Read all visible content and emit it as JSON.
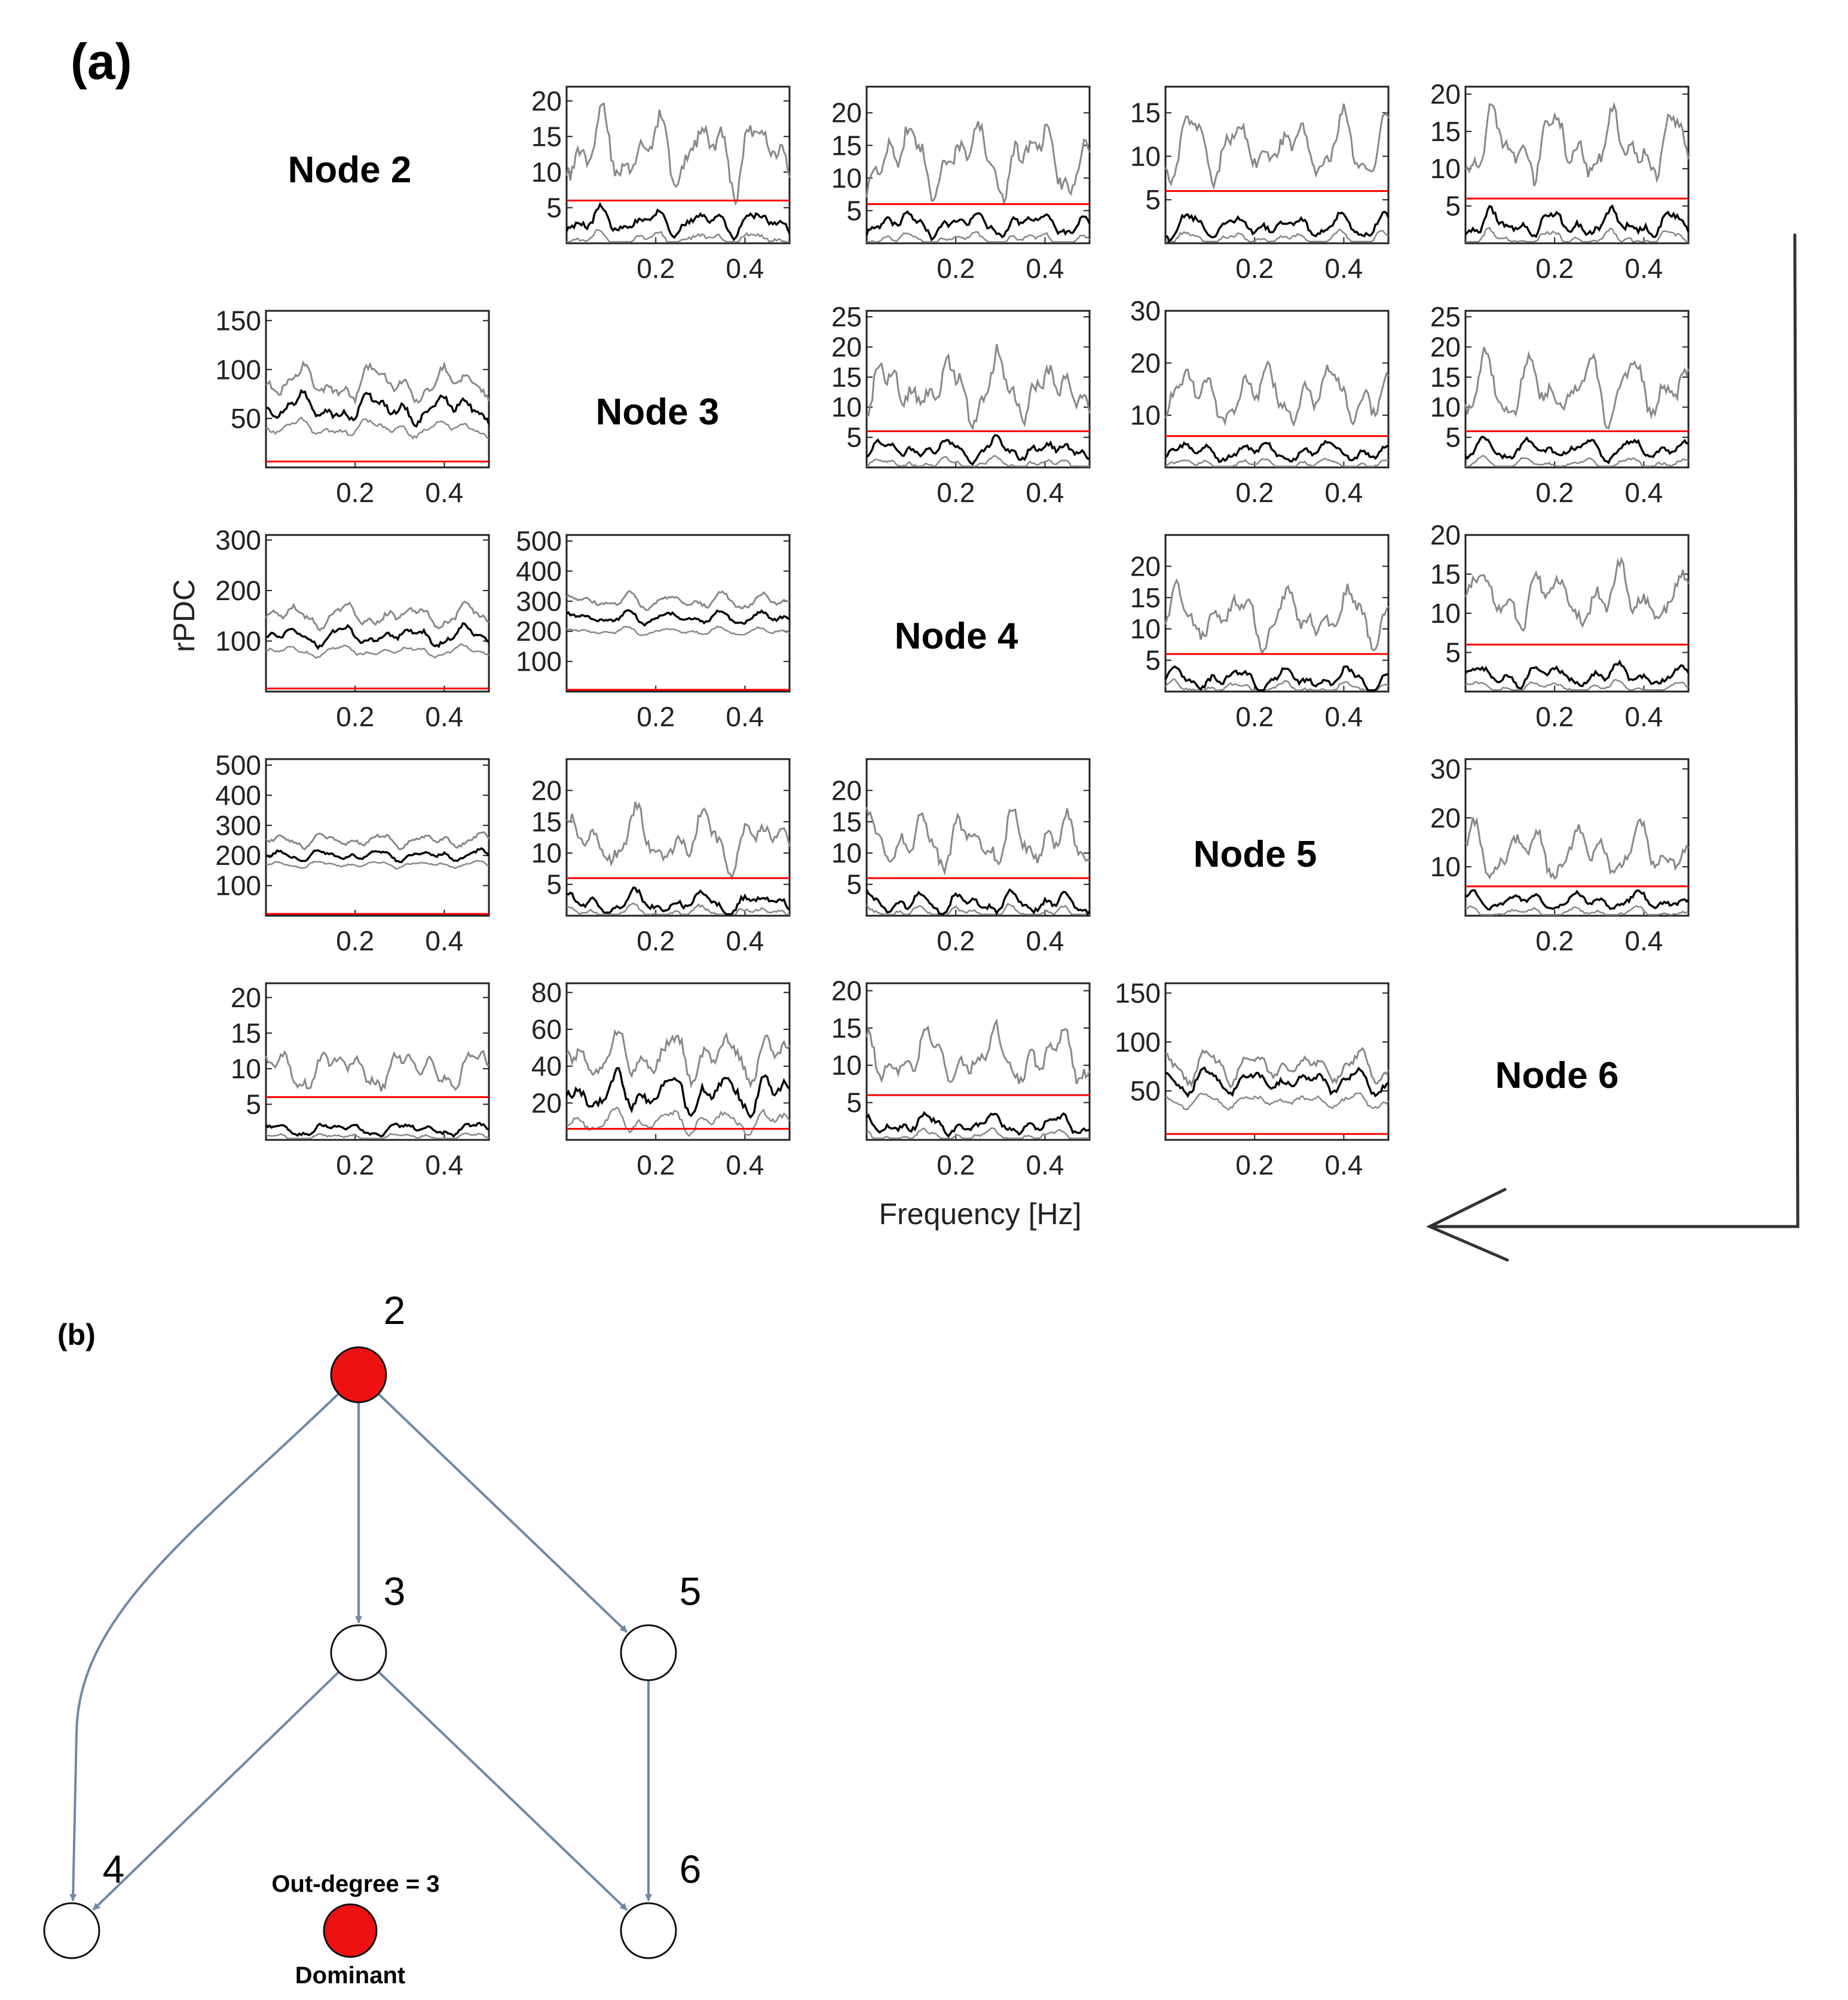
{
  "figure": {
    "panel_a_label": "(a)",
    "panel_b_label": "(b)",
    "ylabel": "rPDC",
    "xlabel": "Frequency [Hz]",
    "colors": {
      "upper_lower": "#888888",
      "estimate": "#000000",
      "threshold": "#ff0000",
      "dominant": "#ee1111",
      "edge": "#7088a8"
    }
  },
  "chart_data": {
    "type": "line",
    "description_series": [
      "upper bound",
      "estimate",
      "lower bound",
      "threshold"
    ],
    "x_range": [
      0,
      0.5
    ],
    "x_ticks": [
      0.2,
      0.4
    ],
    "nodes": [
      "Node 2",
      "Node 3",
      "Node 4",
      "Node 5",
      "Node 6"
    ],
    "threshold": 6,
    "cells": [
      {
        "row": 1,
        "col": 2,
        "yticks": [
          5,
          10,
          15,
          20
        ],
        "ylim": [
          0,
          22
        ],
        "upper": 13,
        "est": 3,
        "lower": 0.6,
        "upper_amp": 6,
        "est_amp": 2
      },
      {
        "row": 1,
        "col": 3,
        "yticks": [
          5,
          10,
          15,
          20
        ],
        "ylim": [
          0,
          24
        ],
        "upper": 13,
        "est": 3,
        "lower": 0.6,
        "upper_amp": 6,
        "est_amp": 2
      },
      {
        "row": 1,
        "col": 4,
        "yticks": [
          5,
          10,
          15
        ],
        "ylim": [
          0,
          18
        ],
        "upper": 11,
        "est": 2,
        "lower": 0.5,
        "upper_amp": 4,
        "est_amp": 1.5
      },
      {
        "row": 1,
        "col": 5,
        "yticks": [
          5,
          10,
          15,
          20
        ],
        "ylim": [
          0,
          21
        ],
        "upper": 13,
        "est": 2.5,
        "lower": 0.6,
        "upper_amp": 5,
        "est_amp": 2
      },
      {
        "row": 2,
        "col": 1,
        "yticks": [
          50,
          100,
          150
        ],
        "ylim": [
          0,
          160
        ],
        "upper": 85,
        "est": 60,
        "lower": 40,
        "upper_amp": 20,
        "est_amp": 16
      },
      {
        "row": 2,
        "col": 3,
        "yticks": [
          5,
          10,
          15,
          20,
          25
        ],
        "ylim": [
          0,
          26
        ],
        "upper": 13,
        "est": 3,
        "lower": 0.6,
        "upper_amp": 6,
        "est_amp": 2
      },
      {
        "row": 2,
        "col": 4,
        "yticks": [
          10,
          20,
          30
        ],
        "ylim": [
          0,
          30
        ],
        "upper": 14,
        "est": 3,
        "lower": 0.6,
        "upper_amp": 6,
        "est_amp": 2
      },
      {
        "row": 2,
        "col": 5,
        "yticks": [
          5,
          10,
          15,
          20,
          25
        ],
        "ylim": [
          0,
          26
        ],
        "upper": 13,
        "est": 3,
        "lower": 0.6,
        "upper_amp": 6,
        "est_amp": 2
      },
      {
        "row": 3,
        "col": 1,
        "yticks": [
          100,
          200,
          300
        ],
        "ylim": [
          0,
          310
        ],
        "upper": 150,
        "est": 110,
        "lower": 80,
        "upper_amp": 25,
        "est_amp": 20
      },
      {
        "row": 3,
        "col": 2,
        "yticks": [
          100,
          200,
          300,
          400,
          500
        ],
        "ylim": [
          0,
          520
        ],
        "upper": 300,
        "est": 245,
        "lower": 200,
        "upper_amp": 30,
        "est_amp": 25
      },
      {
        "row": 3,
        "col": 4,
        "yticks": [
          5,
          10,
          15,
          20
        ],
        "ylim": [
          0,
          25
        ],
        "upper": 12,
        "est": 2,
        "lower": 0.5,
        "upper_amp": 5,
        "est_amp": 2
      },
      {
        "row": 3,
        "col": 5,
        "yticks": [
          5,
          10,
          15,
          20
        ],
        "ylim": [
          0,
          20
        ],
        "upper": 12,
        "est": 2,
        "lower": 0.5,
        "upper_amp": 4,
        "est_amp": 1.5
      },
      {
        "row": 4,
        "col": 1,
        "yticks": [
          100,
          200,
          300,
          400,
          500
        ],
        "ylim": [
          0,
          520
        ],
        "upper": 250,
        "est": 200,
        "lower": 170,
        "upper_amp": 25,
        "est_amp": 20
      },
      {
        "row": 4,
        "col": 2,
        "yticks": [
          5,
          10,
          15,
          20
        ],
        "ylim": [
          0,
          25
        ],
        "upper": 12,
        "est": 2,
        "lower": 0.5,
        "upper_amp": 5,
        "est_amp": 2
      },
      {
        "row": 4,
        "col": 3,
        "yticks": [
          5,
          10,
          15,
          20
        ],
        "ylim": [
          0,
          25
        ],
        "upper": 12,
        "est": 2,
        "lower": 0.5,
        "upper_amp": 5,
        "est_amp": 2
      },
      {
        "row": 4,
        "col": 5,
        "yticks": [
          10,
          20,
          30
        ],
        "ylim": [
          0,
          32
        ],
        "upper": 13,
        "est": 3,
        "lower": 0.6,
        "upper_amp": 6,
        "est_amp": 2
      },
      {
        "row": 5,
        "col": 1,
        "yticks": [
          5,
          10,
          15,
          20
        ],
        "ylim": [
          0,
          22
        ],
        "upper": 10,
        "est": 1.5,
        "lower": 0.4,
        "upper_amp": 3,
        "est_amp": 1
      },
      {
        "row": 5,
        "col": 2,
        "yticks": [
          20,
          40,
          60,
          80
        ],
        "ylim": [
          0,
          85
        ],
        "upper": 45,
        "est": 25,
        "lower": 10,
        "upper_amp": 15,
        "est_amp": 12
      },
      {
        "row": 5,
        "col": 3,
        "yticks": [
          5,
          10,
          15,
          20
        ],
        "ylim": [
          0,
          21
        ],
        "upper": 11,
        "est": 2,
        "lower": 0.5,
        "upper_amp": 4,
        "est_amp": 1.5
      },
      {
        "row": 5,
        "col": 4,
        "yticks": [
          50,
          100,
          150
        ],
        "ylim": [
          0,
          160
        ],
        "upper": 75,
        "est": 60,
        "lower": 40,
        "upper_amp": 18,
        "est_amp": 14
      }
    ]
  },
  "graph": {
    "nodes": [
      {
        "id": "2",
        "label": "2",
        "dominant": true
      },
      {
        "id": "3",
        "label": "3",
        "dominant": false
      },
      {
        "id": "5",
        "label": "5",
        "dominant": false
      },
      {
        "id": "4",
        "label": "4",
        "dominant": false
      },
      {
        "id": "6",
        "label": "6",
        "dominant": false
      }
    ],
    "edges": [
      {
        "from": "2",
        "to": "3"
      },
      {
        "from": "2",
        "to": "5"
      },
      {
        "from": "2",
        "to": "4"
      },
      {
        "from": "3",
        "to": "4"
      },
      {
        "from": "3",
        "to": "6"
      },
      {
        "from": "5",
        "to": "6"
      }
    ],
    "legend": {
      "title": "Out-degree = 3",
      "label": "Dominant"
    }
  }
}
